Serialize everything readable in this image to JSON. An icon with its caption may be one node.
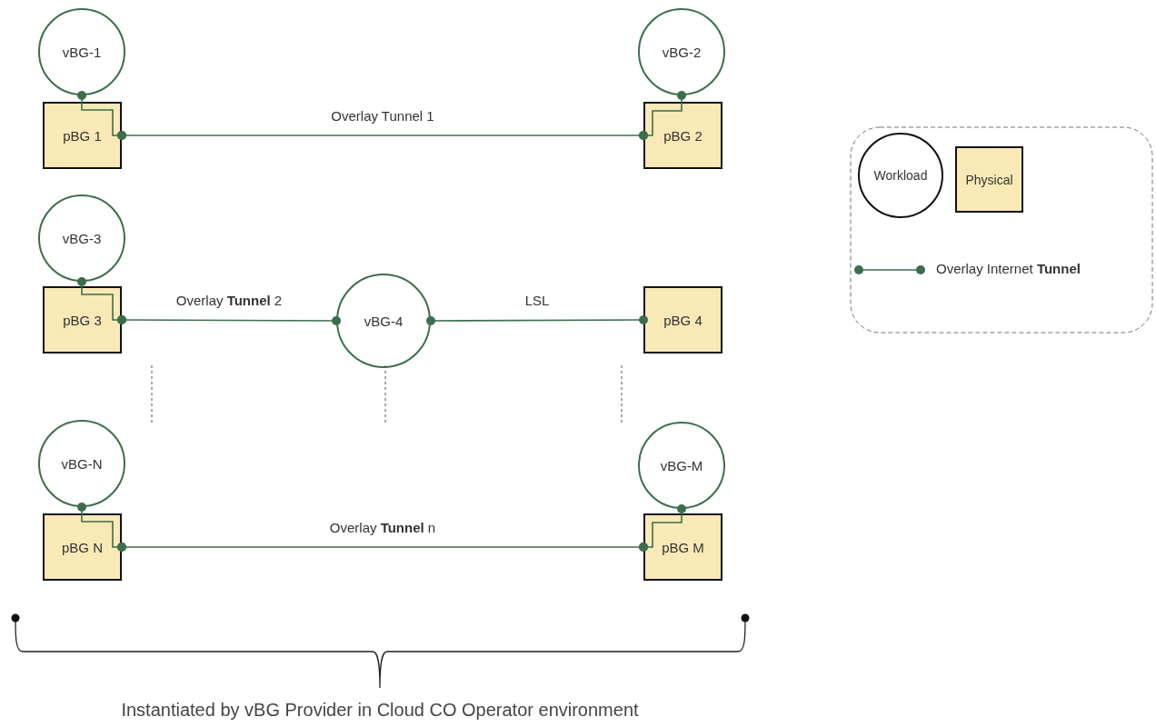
{
  "diagram": {
    "nodes": [
      {
        "text": [
          "vBG-1"
        ]
      },
      {
        "text": [
          "pBG 1"
        ]
      },
      {
        "text": [
          "vBG-2"
        ]
      },
      {
        "text": [
          "pBG 2"
        ]
      },
      {
        "text": [
          "vBG-3"
        ]
      },
      {
        "text": [
          "pBG 3"
        ]
      },
      {
        "text": [
          "vBG-4"
        ]
      },
      {
        "text": [
          "pBG 4"
        ]
      },
      {
        "text": [
          "vBG-N"
        ]
      },
      {
        "text": [
          "pBG N"
        ]
      },
      {
        "text": [
          "vBG-M"
        ]
      },
      {
        "text": [
          "pBG M"
        ]
      }
    ],
    "edges": [
      {
        "from": 0,
        "to": 1,
        "arrow": "other"
      },
      {
        "from": 1,
        "to": 3,
        "arrow": "other",
        "label": "Overlay Tunnel 1"
      },
      {
        "from": 3,
        "to": 2,
        "arrow": "other"
      },
      {
        "from": 4,
        "to": 5,
        "arrow": "other"
      },
      {
        "from": 5,
        "to": 6,
        "arrow": "other",
        "label": "Overlay **Tunnel** 2"
      },
      {
        "from": 6,
        "to": 7,
        "arrow": "other",
        "label": "LSL"
      },
      {
        "from": 8,
        "to": 9,
        "arrow": "other"
      },
      {
        "from": 9,
        "to": 11,
        "arrow": "other",
        "label": "Overlay **Tunnel** n"
      },
      {
        "from": 11,
        "to": 10,
        "arrow": "other"
      }
    ],
    "labels": [
      "Instantiated by vBG Provider in Cloud CO Operator environment"
    ],
    "legend": [
      {
        "text": "Workload"
      },
      {
        "text": "Physical"
      },
      {
        "text": "Overlay Internet **Tunnel**"
      }
    ]
  }
}
